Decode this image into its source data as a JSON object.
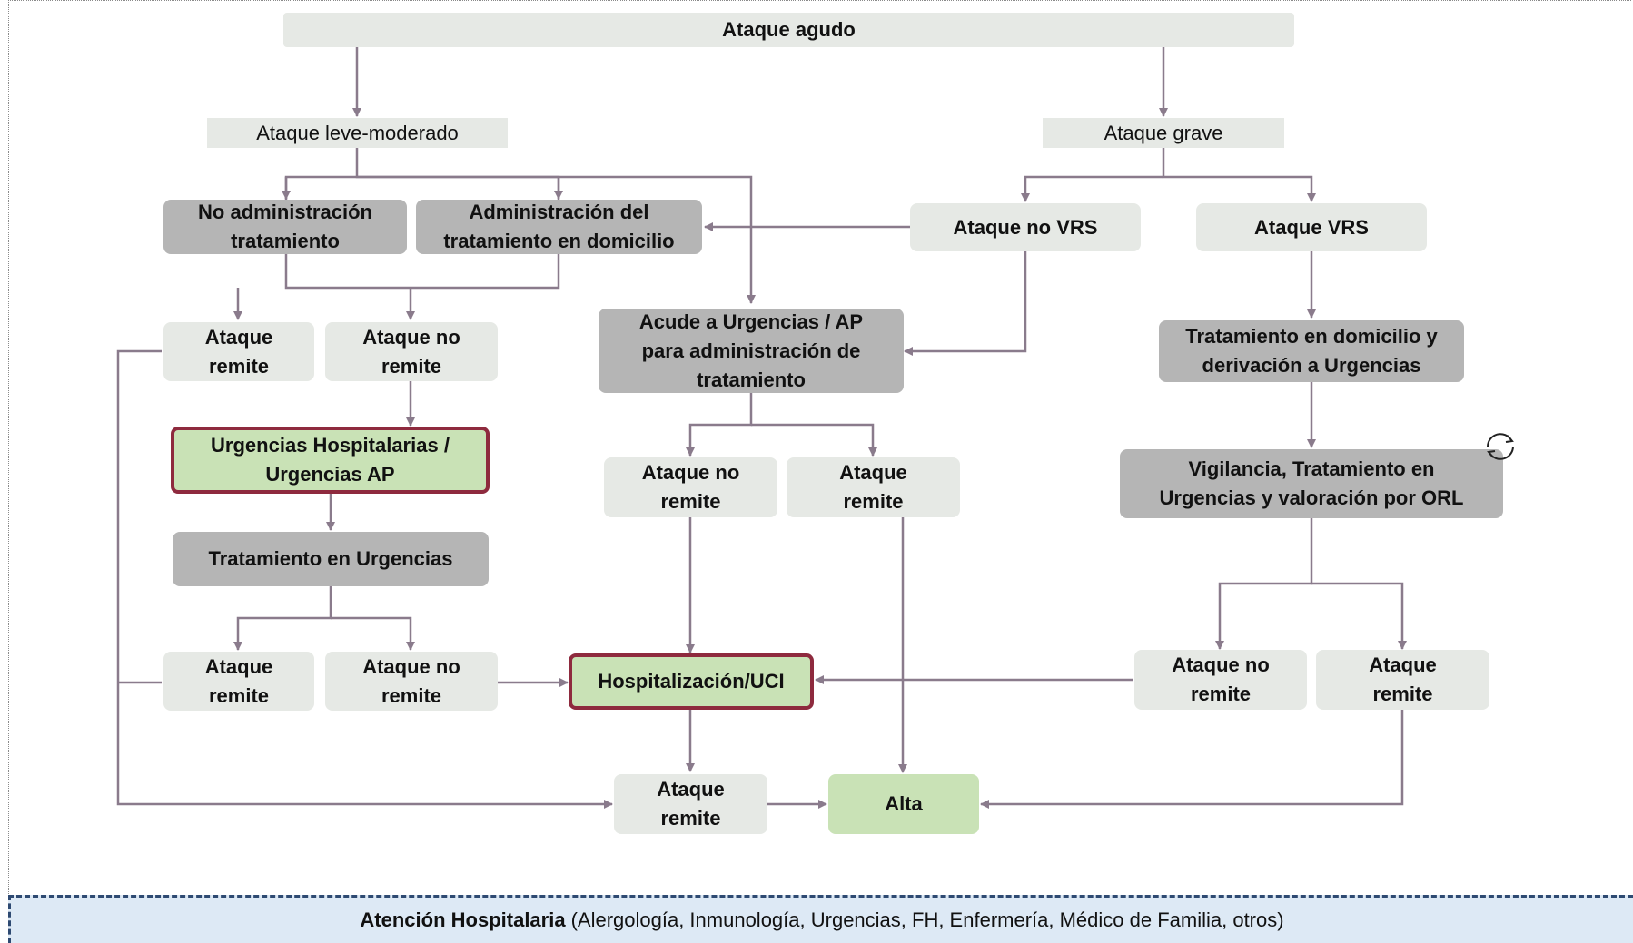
{
  "nodes": {
    "ataque_agudo": "Ataque agudo",
    "leve_moderado": "Ataque leve-moderado",
    "grave": "Ataque grave",
    "no_admin": "No administración\ntratamiento",
    "admin_dom": "Administración del\ntratamiento en domicilio",
    "no_vrs": "Ataque no VRS",
    "vrs": "Ataque VRS",
    "remite_a": "Ataque\nremite",
    "no_remite_a": "Ataque no\nremite",
    "acude_urg": "Acude a Urgencias / AP\npara administración de\ntratamiento",
    "trat_dom_deriv": "Tratamiento en domicilio y\nderivación a Urgencias",
    "urg_hosp": "Urgencias Hospitalarias /\nUrgencias AP",
    "no_remite_b": "Ataque no\nremite",
    "remite_b": "Ataque\nremite",
    "vigilancia": "Vigilancia, Tratamiento en\nUrgencias y valoración por ORL",
    "trat_urg": "Tratamiento en Urgencias",
    "remite_c": "Ataque\nremite",
    "no_remite_c": "Ataque no\nremite",
    "hosp_uci": "Hospitalización/UCI",
    "no_remite_d": "Ataque no\nremite",
    "remite_d": "Ataque\nremite",
    "remite_e": "Ataque\nremite",
    "alta": "Alta"
  },
  "footer": {
    "bold": "Atención Hospitalaria",
    "rest": "(Alergología, Inmunología, Urgencias, FH, Enfermería, Médico de Familia, otros)"
  },
  "colors": {
    "light_box": "#e6e9e5",
    "gray_box": "#b5b5b5",
    "green_box": "#c9e2b6",
    "highlight_border": "#8e2a3e",
    "connector": "#8a7b8c",
    "footer_bg": "#dde9f5",
    "footer_border": "#2e4a72"
  },
  "icons": {
    "refresh": "refresh-icon"
  }
}
